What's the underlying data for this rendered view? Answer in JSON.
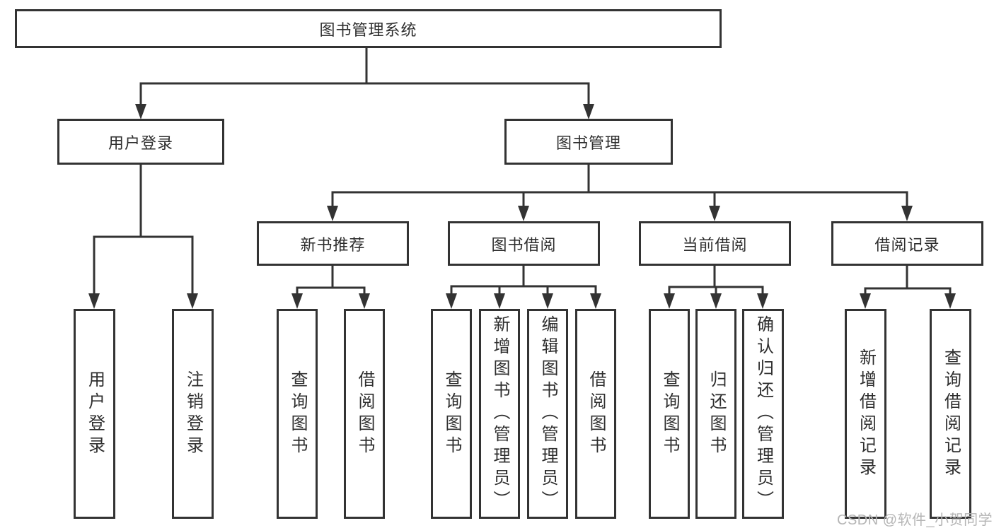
{
  "diagram": {
    "title": "图书管理系统",
    "type": "hierarchy-tree"
  },
  "nodes": {
    "root": {
      "label": "图书管理系统"
    },
    "login": {
      "label": "用户登录",
      "children": [
        {
          "label": "用户登录"
        },
        {
          "label": "注销登录"
        }
      ]
    },
    "mgmt": {
      "label": "图书管理"
    },
    "rec": {
      "label": "新书推荐",
      "children": [
        {
          "label": "查询图书"
        },
        {
          "label": "借阅图书"
        }
      ]
    },
    "borrow": {
      "label": "图书借阅",
      "children": [
        {
          "label": "查询图书"
        },
        {
          "label": "新增图书（管理员）"
        },
        {
          "label": "编辑图书（管理员）"
        },
        {
          "label": "借阅图书"
        }
      ]
    },
    "current": {
      "label": "当前借阅",
      "children": [
        {
          "label": "查询图书"
        },
        {
          "label": "归还图书"
        },
        {
          "label": "确认归还（管理员）"
        }
      ]
    },
    "records": {
      "label": "借阅记录",
      "children": [
        {
          "label": "新增借阅记录"
        },
        {
          "label": "查询借阅记录"
        }
      ]
    }
  },
  "watermark": {
    "text": "CSDN @软件_小贺同学"
  },
  "colors": {
    "line": "#333333",
    "box_border": "#333333",
    "text": "#2e2e2e",
    "watermark": "#b5b5b5",
    "background": "#ffffff"
  }
}
